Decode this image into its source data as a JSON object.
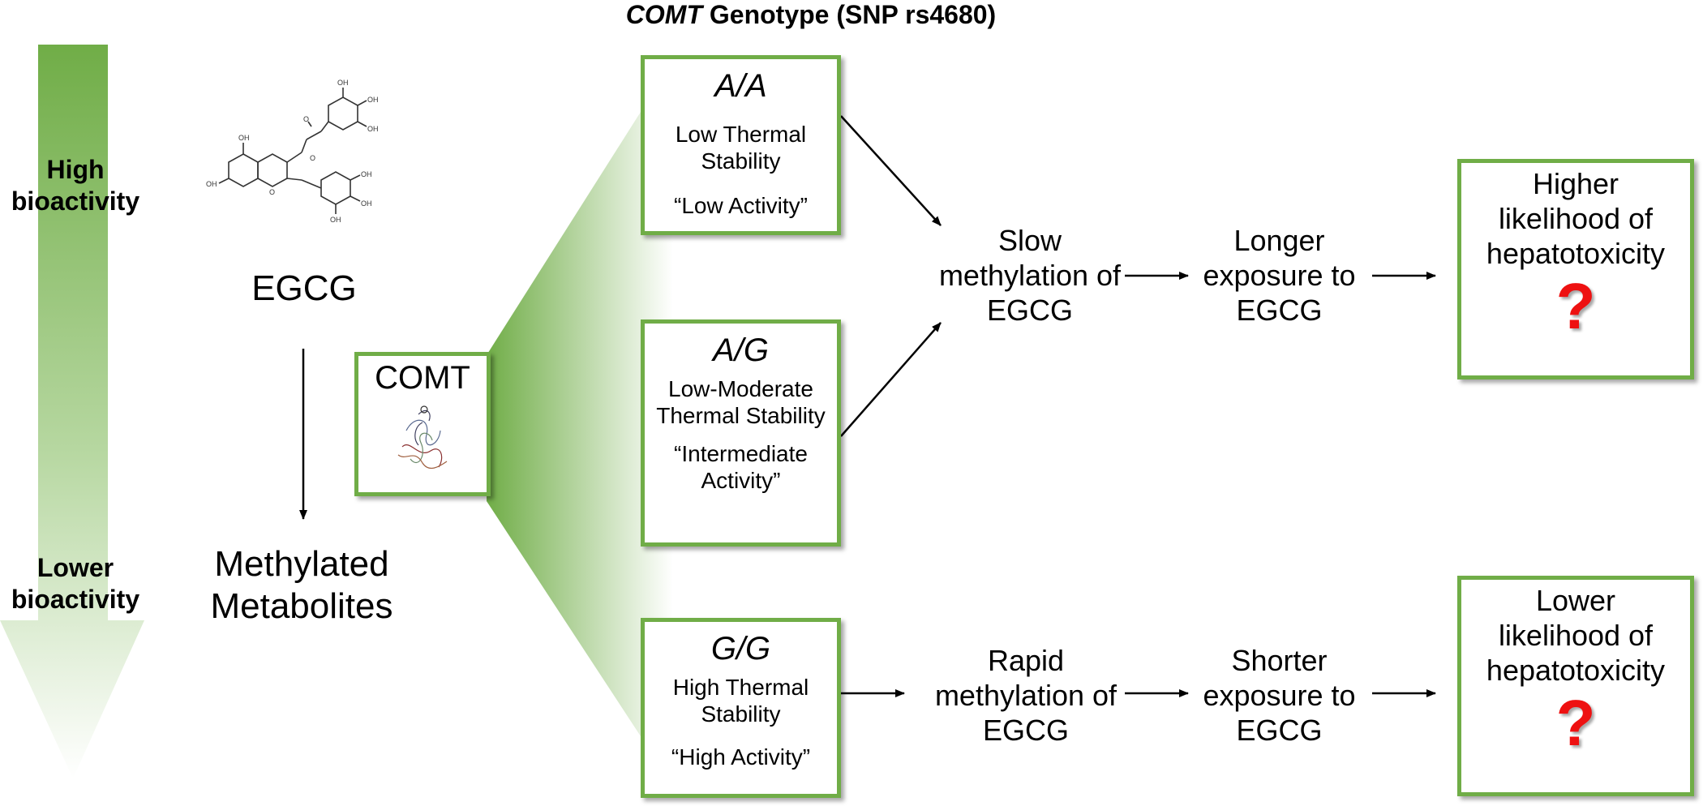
{
  "title": {
    "italic": "COMT",
    "rest": " Genotype (SNP rs4680)"
  },
  "bioactivity": {
    "high": "High bioactivity",
    "low": "Lower bioactivity"
  },
  "compound": {
    "name": "EGCG",
    "product": "Methylated Metabolites"
  },
  "enzyme": {
    "name": "COMT"
  },
  "structure_labels": {
    "oh": "OH",
    "o": "O"
  },
  "genotypes": [
    {
      "genotype": "A/A",
      "stability": "Low Thermal Stability",
      "activity": "“Low Activity”"
    },
    {
      "genotype": "A/G",
      "stability": "Low-Moderate Thermal Stability",
      "activity": "“Intermediate Activity”"
    },
    {
      "genotype": "G/G",
      "stability": "High Thermal Stability",
      "activity": "“High Activity”"
    }
  ],
  "pathways": [
    {
      "methylation": "Slow methylation of EGCG",
      "exposure": "Longer exposure to EGCG",
      "outcome": "Higher likelihood of hepatotoxicity",
      "mark": "?"
    },
    {
      "methylation": "Rapid methylation of EGCG",
      "exposure": "Shorter exposure to EGCG",
      "outcome": "Lower likelihood of hepatotoxicity",
      "mark": "?"
    }
  ],
  "colors": {
    "accent_green": "#70ad47",
    "question_red": "#ee1111",
    "arrow": "#000000"
  }
}
